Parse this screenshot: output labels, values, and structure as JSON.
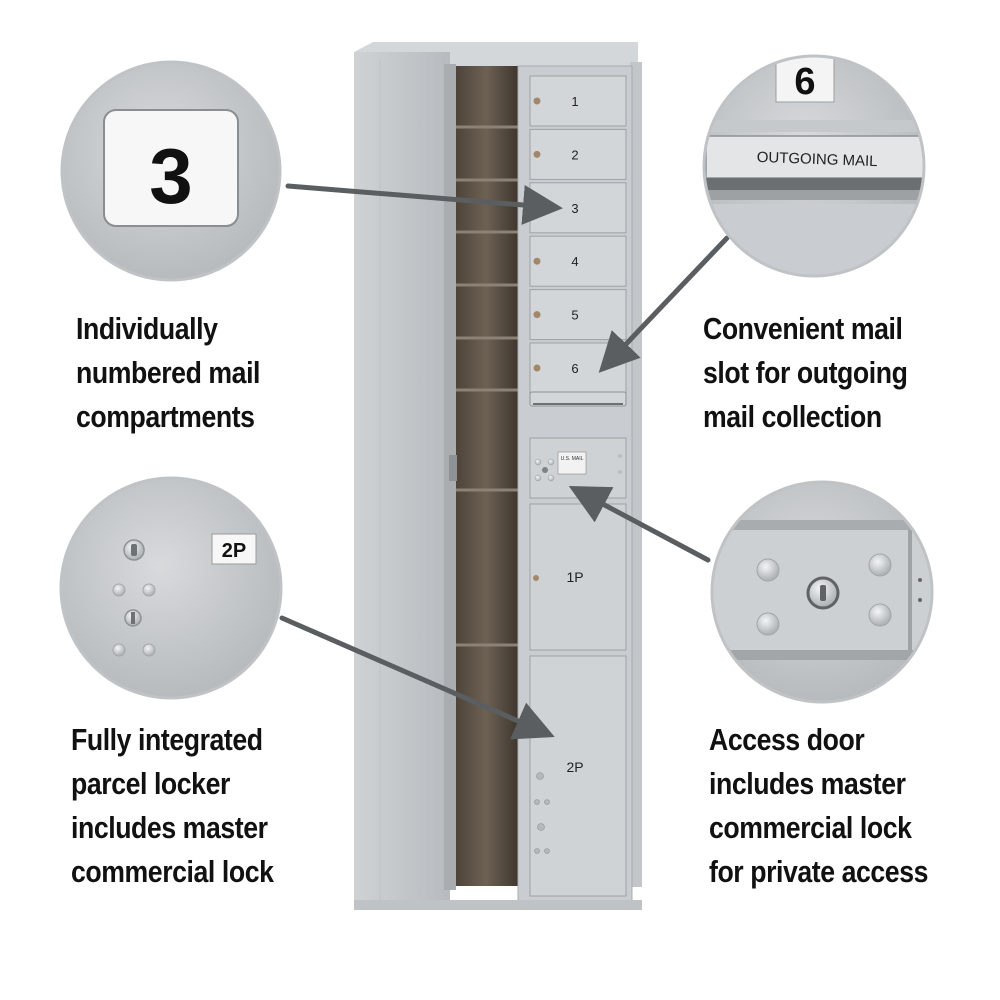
{
  "compartments": [
    "1",
    "2",
    "3",
    "4",
    "5",
    "6"
  ],
  "parcel_lockers": [
    "1P",
    "2P"
  ],
  "access_door_label": "U.S. MAIL",
  "callouts": {
    "numbered": {
      "zoom_label": "3",
      "lines": [
        "Individually",
        "numbered mail",
        "compartments"
      ]
    },
    "outgoing": {
      "zoom_number": "6",
      "zoom_slot_label": "OUTGOING MAIL",
      "lines": [
        "Convenient mail",
        "slot for outgoing",
        "mail collection"
      ]
    },
    "parcel": {
      "zoom_label": "2P",
      "lines": [
        "Fully integrated",
        "parcel locker",
        "includes master",
        "commercial lock"
      ]
    },
    "access": {
      "lines": [
        "Access door",
        "includes master",
        "commercial lock",
        "for private access"
      ]
    }
  }
}
